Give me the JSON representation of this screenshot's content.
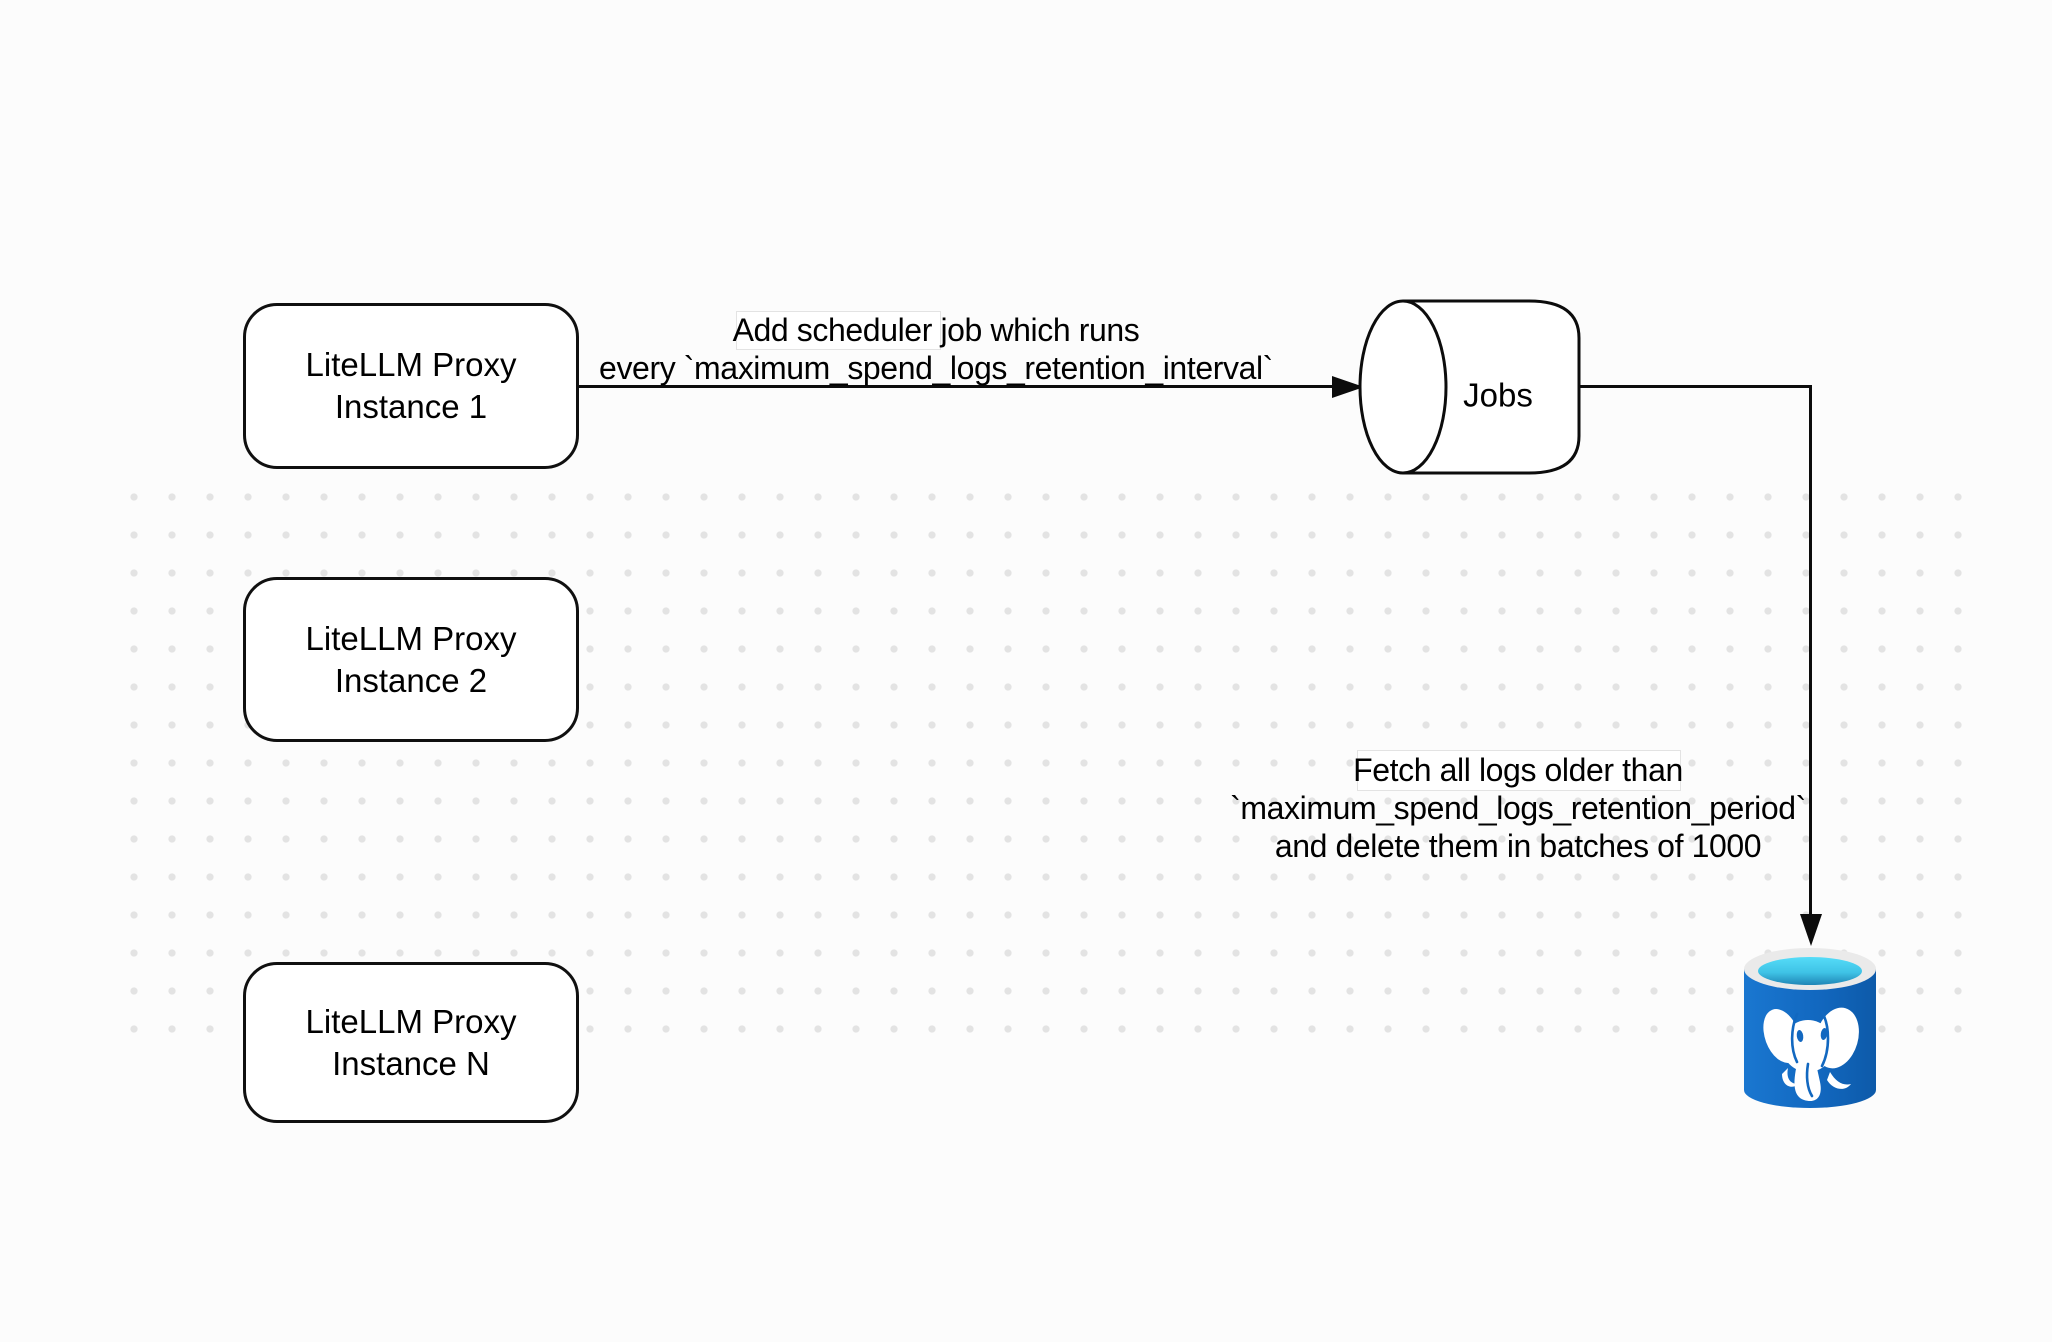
{
  "diagram": {
    "background_color": "#fcfcfc",
    "grid_dot_color": "#e3e3e3",
    "stroke_color": "#0c0c0c",
    "nodes": [
      {
        "line1": "LiteLLM Proxy",
        "line2": "Instance 1"
      },
      {
        "line1": "LiteLLM Proxy",
        "line2": "Instance 2"
      },
      {
        "line1": "LiteLLM Proxy",
        "line2": "Instance N"
      }
    ],
    "queue": {
      "label": "Jobs"
    },
    "edge_scheduler": {
      "line1": "Add scheduler job which runs",
      "line2": "every `maximum_spend_logs_retention_interval`"
    },
    "edge_fetch": {
      "line1": "Fetch all logs older than",
      "line2": "`maximum_spend_logs_retention_period`",
      "line3": "and delete them in batches of 1000"
    },
    "database": {
      "icon": "postgresql-database-icon",
      "body_color": "#1268c0",
      "body_color_dark": "#0d5aa9",
      "rim_color": "#eaeaea",
      "opening_color_top": "#55dcf8",
      "opening_color_bottom": "#1f86b6",
      "elephant_color": "#ffffff"
    }
  }
}
